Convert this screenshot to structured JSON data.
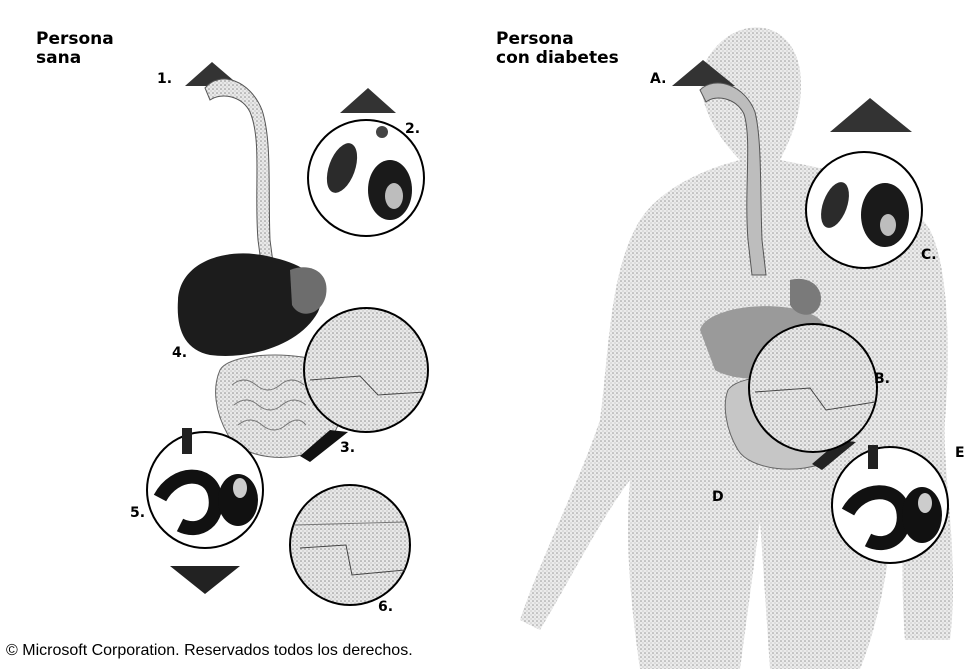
{
  "healthy": {
    "title_line1": "Persona",
    "title_line2": "sana",
    "markers": [
      "1.",
      "2.",
      "3.",
      "4.",
      "5.",
      "6."
    ]
  },
  "diabetic": {
    "title_line1": "Persona",
    "title_line2": "con diabetes",
    "markers": [
      "A.",
      "B.",
      "C.",
      "D",
      "E"
    ]
  },
  "copyright": "© Microsoft Corporation. Reservados todos los derechos.",
  "colors": {
    "stipple_light": "#d8d8d8",
    "stipple_mid": "#9a9a9a",
    "stipple_dark": "#2a2a2a",
    "outline": "#000000"
  }
}
